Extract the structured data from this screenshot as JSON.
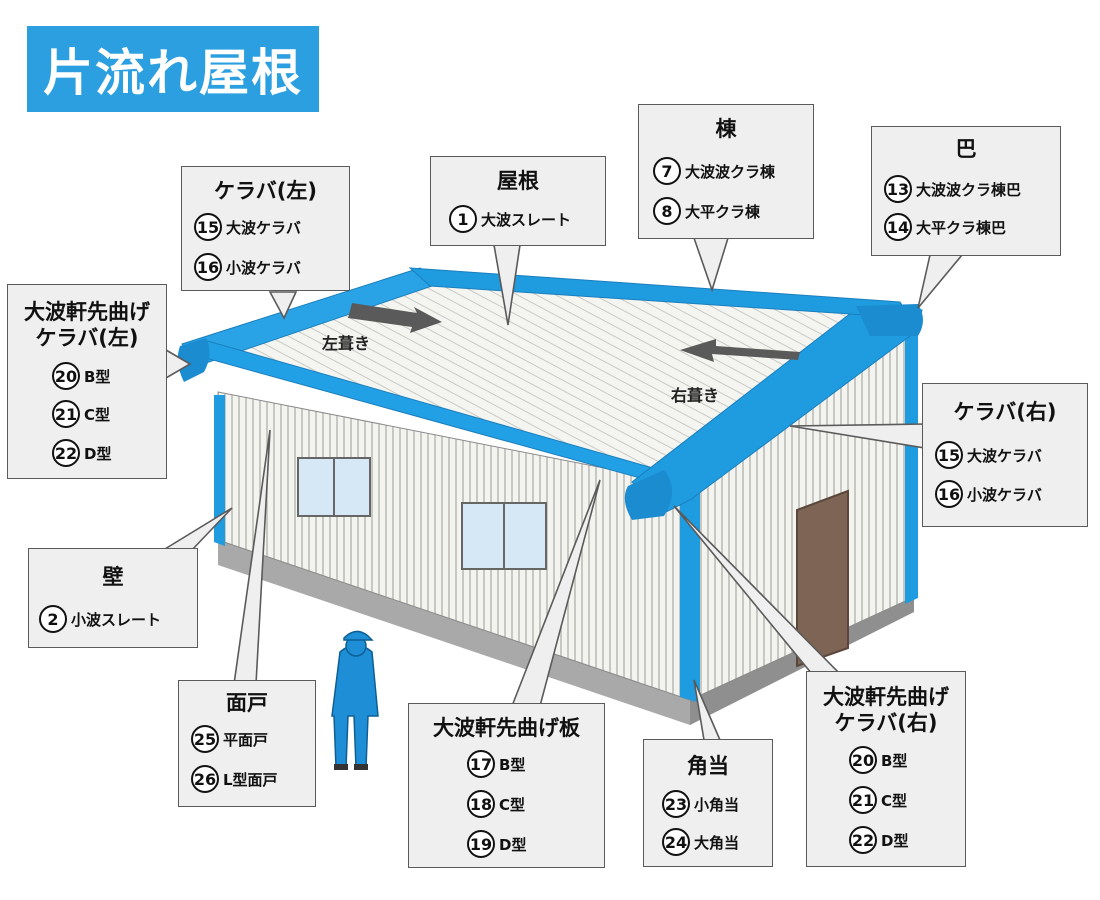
{
  "title": "片流れ屋根",
  "roof_directions": {
    "left": "左葺き",
    "right": "右葺き"
  },
  "callouts": {
    "keraba_left": {
      "heading": "ケラバ(左)",
      "items": [
        {
          "num": "15",
          "label": "大波ケラバ"
        },
        {
          "num": "16",
          "label": "小波ケラバ"
        }
      ]
    },
    "roof": {
      "heading": "屋根",
      "items": [
        {
          "num": "1",
          "label": "大波スレート"
        }
      ]
    },
    "ridge": {
      "heading": "棟",
      "items": [
        {
          "num": "7",
          "label": "大波波クラ棟"
        },
        {
          "num": "8",
          "label": "大平クラ棟"
        }
      ]
    },
    "tomoe": {
      "heading": "巴",
      "items": [
        {
          "num": "13",
          "label": "大波波クラ棟巴"
        },
        {
          "num": "14",
          "label": "大平クラ棟巴"
        }
      ]
    },
    "eave_keraba_left": {
      "heading_line1": "大波軒先曲げ",
      "heading_line2": "ケラバ(左)",
      "items": [
        {
          "num": "20",
          "label": "B型"
        },
        {
          "num": "21",
          "label": "C型"
        },
        {
          "num": "22",
          "label": "D型"
        }
      ]
    },
    "keraba_right": {
      "heading": "ケラバ(右)",
      "items": [
        {
          "num": "15",
          "label": "大波ケラバ"
        },
        {
          "num": "16",
          "label": "小波ケラバ"
        }
      ]
    },
    "wall": {
      "heading": "壁",
      "items": [
        {
          "num": "2",
          "label": "小波スレート"
        }
      ]
    },
    "face_door": {
      "heading": "面戸",
      "items": [
        {
          "num": "25",
          "label": "平面戸"
        },
        {
          "num": "26",
          "label": "L型面戸"
        }
      ]
    },
    "eave_board": {
      "heading": "大波軒先曲げ板",
      "items": [
        {
          "num": "17",
          "label": "B型"
        },
        {
          "num": "18",
          "label": "C型"
        },
        {
          "num": "19",
          "label": "D型"
        }
      ]
    },
    "corner": {
      "heading": "角当",
      "items": [
        {
          "num": "23",
          "label": "小角当"
        },
        {
          "num": "24",
          "label": "大角当"
        }
      ]
    },
    "eave_keraba_right": {
      "heading_line1": "大波軒先曲げ",
      "heading_line2": "ケラバ(右)",
      "items": [
        {
          "num": "20",
          "label": "B型"
        },
        {
          "num": "21",
          "label": "C型"
        },
        {
          "num": "22",
          "label": "D型"
        }
      ]
    }
  },
  "colors": {
    "accent": "#2b9fe0",
    "trim": "#1f9be0",
    "door": "#7d6454",
    "worker": "#1e8fd6"
  }
}
